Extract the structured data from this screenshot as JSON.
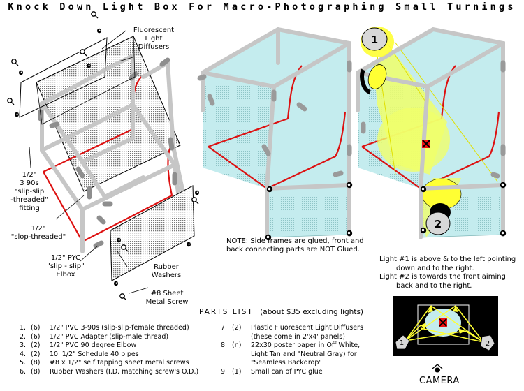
{
  "title": "Knock Down Light Box For Macro-Photographing Small Turnings",
  "labels": {
    "diffusers": [
      "Fluorescent",
      "Light",
      "Diffusers"
    ],
    "fitting": [
      "1/2\"",
      "3 90s",
      "\"slip-slip",
      "-threaded\"",
      "fitting"
    ],
    "adapter": [
      "1/2\"",
      "\"slop-threaded\""
    ],
    "elbow": [
      "1/2\" PYC",
      "\"slip - slip\"",
      "Elbox"
    ],
    "washers": [
      "Rubber",
      "Washers"
    ],
    "screw": [
      "#8 Sheet",
      "Metal Screw"
    ],
    "note": [
      "NOTE: Side frames are glued, front and",
      "back connecting parts are NOT Glued."
    ],
    "lights": [
      "Light #1 is above & to the left pointing",
      "down and to the right.",
      "Light #2 is towards the front aiming",
      "back and to the right."
    ],
    "light1_num": "1",
    "light2_num": "2",
    "camera": "CAMERA"
  },
  "parts": {
    "title": "PARTS LIST",
    "cost": "(about $35 excluding lights)",
    "left": [
      {
        "num": "1.",
        "qty": "(6)",
        "desc": "1/2\" PVC 3-90s (slip-slip-female threaded)"
      },
      {
        "num": "2.",
        "qty": "(6)",
        "desc": "1/2\"  PVC Adapter (slip-male thread)"
      },
      {
        "num": "3.",
        "qty": "(2)",
        "desc": "1/2\" PVC 90 degree Elbow"
      },
      {
        "num": "4.",
        "qty": "(2)",
        "desc": "10' 1/2\" Schedule 40 pipes"
      },
      {
        "num": "5.",
        "qty": "(8)",
        "desc": "#8 x 1/2\" self tapping sheet metal screws"
      },
      {
        "num": "6.",
        "qty": "(8)",
        "desc": "Rubber Washers (I.D. matching screw's O.D.)"
      }
    ],
    "right": [
      {
        "num": "7.",
        "qty": "(2)",
        "desc": "Plastic Fluorescent Light Diffusers"
      },
      {
        "num": "",
        "qty": "",
        "desc": "(these come in 2'x4' panels)"
      },
      {
        "num": "8.",
        "qty": "(n)",
        "desc": "22x30 poster paper in Off White,"
      },
      {
        "num": "",
        "qty": "",
        "desc": "Light Tan and \"Neutral Gray) for"
      },
      {
        "num": "",
        "qty": "",
        "desc": "\"Seamless Backdrop\""
      },
      {
        "num": "9.",
        "qty": "(1)",
        "desc": "Small can of PYC glue"
      }
    ]
  },
  "colors": {
    "frame": "#c6c6c6",
    "frame_dark": "#9a9a9a",
    "backdrop_red": "#dd1111",
    "glass_fill": "#bfe9ea",
    "glass_line": "#7fb7b8",
    "light_yellow": "#ffff33",
    "beam_yellow": "#f0ff6a",
    "target_red": "#ee1111"
  },
  "icons": [
    "screw-icon",
    "washer-icon",
    "light-bulb-icon",
    "target-x-icon",
    "camera-icon"
  ]
}
